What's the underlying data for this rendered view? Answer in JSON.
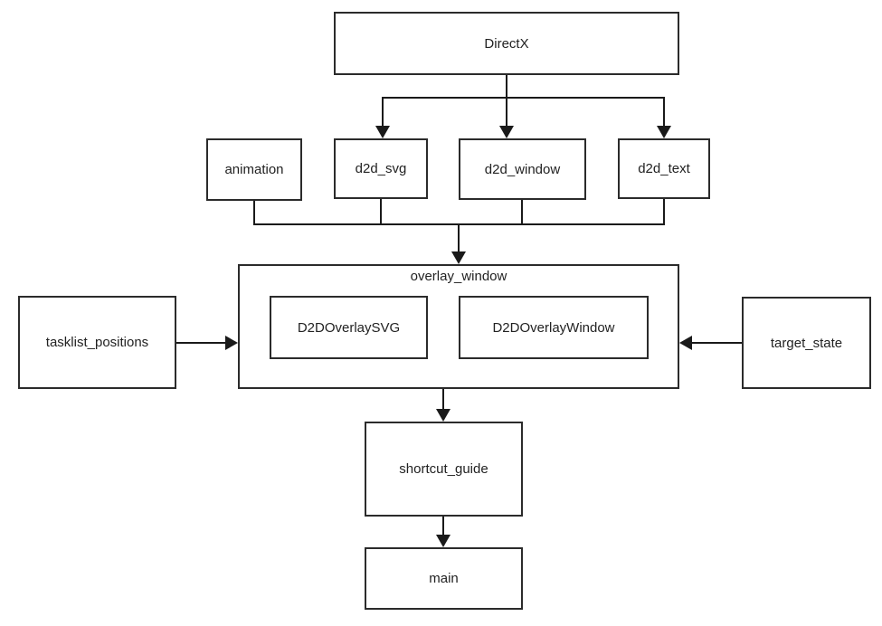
{
  "diagram": {
    "colors": {
      "background": "#ffffff",
      "line": "#1a1a1a",
      "box_border": "#2b2b2b",
      "box_fill": "#ffffff",
      "text": "#222222"
    },
    "nodes": {
      "directx": {
        "label": "DirectX"
      },
      "animation": {
        "label": "animation"
      },
      "d2d_svg": {
        "label": "d2d_svg"
      },
      "d2d_window": {
        "label": "d2d_window"
      },
      "d2d_text": {
        "label": "d2d_text"
      },
      "overlay_window": {
        "label": "overlay_window"
      },
      "d2d_overlay_svg": {
        "label": "D2DOverlaySVG"
      },
      "d2d_overlay_window": {
        "label": "D2DOverlayWindow"
      },
      "tasklist_positions": {
        "label": "tasklist_positions"
      },
      "target_state": {
        "label": "target_state"
      },
      "shortcut_guide": {
        "label": "shortcut_guide"
      },
      "main": {
        "label": "main"
      }
    },
    "edges": [
      {
        "from": "DirectX",
        "to": "d2d_svg"
      },
      {
        "from": "DirectX",
        "to": "d2d_window"
      },
      {
        "from": "DirectX",
        "to": "d2d_text"
      },
      {
        "from": "animation",
        "to": "overlay_window"
      },
      {
        "from": "d2d_svg",
        "to": "overlay_window"
      },
      {
        "from": "d2d_window",
        "to": "overlay_window"
      },
      {
        "from": "d2d_text",
        "to": "overlay_window"
      },
      {
        "from": "tasklist_positions",
        "to": "overlay_window"
      },
      {
        "from": "target_state",
        "to": "overlay_window"
      },
      {
        "from": "overlay_window",
        "to": "shortcut_guide"
      },
      {
        "from": "shortcut_guide",
        "to": "main"
      }
    ]
  }
}
